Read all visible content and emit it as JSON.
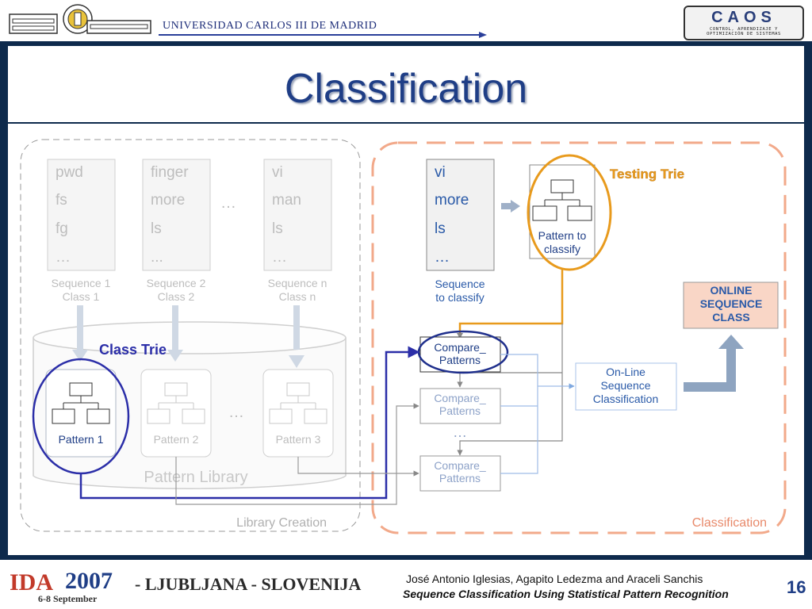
{
  "header": {
    "university": "UNIVERSIDAD CARLOS III DE MADRID",
    "lab_logo_word": "CAOS",
    "lab_logo_line1": "CONTROL, APRENDIZAJE Y",
    "lab_logo_line2": "OPTIMIZACIÓN DE SISTEMAS"
  },
  "slide": {
    "title": "Classification"
  },
  "library": {
    "sequences": [
      {
        "items": [
          "pwd",
          "fs",
          "fg",
          "…"
        ],
        "label_line1": "Sequence 1",
        "label_line2": "Class 1"
      },
      {
        "items": [
          "finger",
          "more",
          "ls",
          "..."
        ],
        "label_line1": "Sequence 2",
        "label_line2": "Class 2"
      },
      {
        "items": [
          "vi",
          "man",
          "ls",
          "…"
        ],
        "label_line1": "Sequence n",
        "label_line2": "Class n"
      }
    ],
    "ellipsis_top": "…",
    "ellipsis_mid": "…",
    "class_trie_label": "Class Trie",
    "patterns": [
      "Pattern 1",
      "Pattern 2",
      "Pattern 3"
    ],
    "library_label": "Pattern Library",
    "region_label": "Library Creation"
  },
  "classification": {
    "sequence_items": [
      "vi",
      "more",
      "ls",
      "…"
    ],
    "sequence_label_line1": "Sequence",
    "sequence_label_line2": "to classify",
    "testing_trie_label": "Testing Trie",
    "pattern_line1": "Pattern to",
    "pattern_line2": "classify",
    "compare_line1": "Compare_",
    "compare_line2": "Patterns",
    "compare_ellipsis": "…",
    "online_line1": "On-Line",
    "online_line2": "Sequence",
    "online_line3": "Classification",
    "result_line1": "ONLINE",
    "result_line2": "SEQUENCE",
    "result_line3": "CLASS",
    "region_label": "Classification"
  },
  "footer": {
    "conf_name": "IDA",
    "conf_year": "2007",
    "conf_dates": "6-8 September",
    "conf_city": "- LJUBLJANA - SLOVENIJA",
    "authors": "José Antonio Iglesias, Agapito Ledezma and Araceli Sanchis",
    "paper_title": "Sequence Classification Using Statistical Pattern Recognition",
    "page_number": "16"
  },
  "colors": {
    "frame": "#0e2a4c",
    "title": "#1f3e86",
    "class_trie": "#2b2ea8",
    "testing_trie": "#e89a1c",
    "classification_border": "#f2a98a",
    "online_box": "#f9d6c6"
  }
}
